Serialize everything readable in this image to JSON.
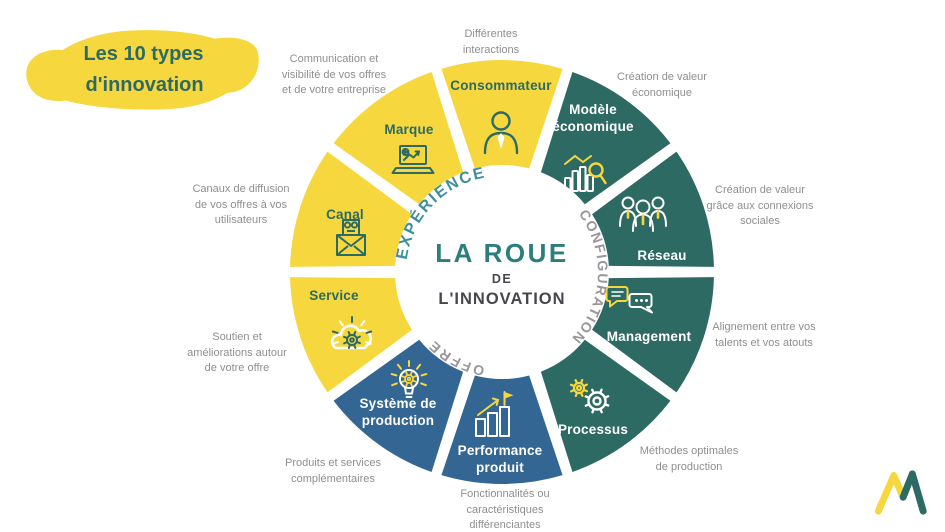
{
  "badge": {
    "line1": "Les 10 types",
    "line2": "d'innovation"
  },
  "palette": {
    "yellow": "#F6D83E",
    "teal": "#2D6A63",
    "blue": "#346693",
    "white": "#FFFFFF",
    "center_title": "#2C7D7D",
    "center_subtitle": "#46464E",
    "annotation_gray": "#8F8F93",
    "ring_gray": "#97979B",
    "experience_teal": "#3F8EA0"
  },
  "wheel": {
    "center": {
      "line1": "LA ROUE",
      "line2": "DE",
      "line3": "L'INNOVATION"
    },
    "ring_labels": [
      {
        "id": "experience",
        "label": "EXPÉRIENCE",
        "color": "#3F8EA0"
      },
      {
        "id": "configuration",
        "label": "CONFIGURATION",
        "color": "#97979B"
      },
      {
        "id": "offre",
        "label": "OFFRE",
        "color": "#97979B"
      }
    ],
    "segments": [
      {
        "id": "consommateur",
        "lines": [
          "Consommateur"
        ],
        "color": "#F6D83E",
        "text_color": "#2D6A63",
        "icon": "user-icon"
      },
      {
        "id": "modele-economique",
        "lines": [
          "Modèle",
          "économique"
        ],
        "color": "#2D6A63",
        "text_color": "#FFFFFF",
        "icon": "chart-search-icon"
      },
      {
        "id": "reseau",
        "lines": [
          "Réseau"
        ],
        "color": "#2D6A63",
        "text_color": "#FFFFFF",
        "icon": "people-icon"
      },
      {
        "id": "management",
        "lines": [
          "Management"
        ],
        "color": "#2D6A63",
        "text_color": "#FFFFFF",
        "icon": "chat-bubbles-icon"
      },
      {
        "id": "processus",
        "lines": [
          "Processus"
        ],
        "color": "#2D6A63",
        "text_color": "#FFFFFF",
        "icon": "gears-icon"
      },
      {
        "id": "performance-produit",
        "lines": [
          "Performance",
          "produit"
        ],
        "color": "#346693",
        "text_color": "#FFFFFF",
        "icon": "growth-flag-icon"
      },
      {
        "id": "systeme-de-production",
        "lines": [
          "Système de",
          "production"
        ],
        "color": "#346693",
        "text_color": "#FFFFFF",
        "icon": "bulb-gear-icon"
      },
      {
        "id": "service",
        "lines": [
          "Service"
        ],
        "color": "#F6D83E",
        "text_color": "#2D6A63",
        "icon": "cloud-gear-icon"
      },
      {
        "id": "canal",
        "lines": [
          "Canal"
        ],
        "color": "#F6D83E",
        "text_color": "#2D6A63",
        "icon": "envelope-icon"
      },
      {
        "id": "marque",
        "lines": [
          "Marque"
        ],
        "color": "#F6D83E",
        "text_color": "#2D6A63",
        "icon": "laptop-chart-icon"
      }
    ]
  },
  "annotations": [
    {
      "for": "consommateur",
      "text": "Différentes\ninteractions"
    },
    {
      "for": "modele-economique",
      "text": "Création de valeur\néconomique"
    },
    {
      "for": "reseau",
      "text": "Création de valeur\ngrâce aux connexions\nsociales"
    },
    {
      "for": "management",
      "text": "Alignement entre vos\ntalents et vos atouts"
    },
    {
      "for": "processus",
      "text": "Méthodes optimales\nde production"
    },
    {
      "for": "performance-produit",
      "text": "Fonctionnalités ou\ncaractéristiques\ndifférenciantes"
    },
    {
      "for": "systeme-de-production",
      "text": "Produits et services\ncomplémentaires"
    },
    {
      "for": "service",
      "text": "Soutien et\naméliorations autour\nde votre offre"
    },
    {
      "for": "canal",
      "text": "Canaux de diffusion\nde vos offres à vos\nutilisateurs"
    },
    {
      "for": "marque",
      "text": "Communication et\nvisibilité de vos offres\net de votre entreprise"
    }
  ]
}
